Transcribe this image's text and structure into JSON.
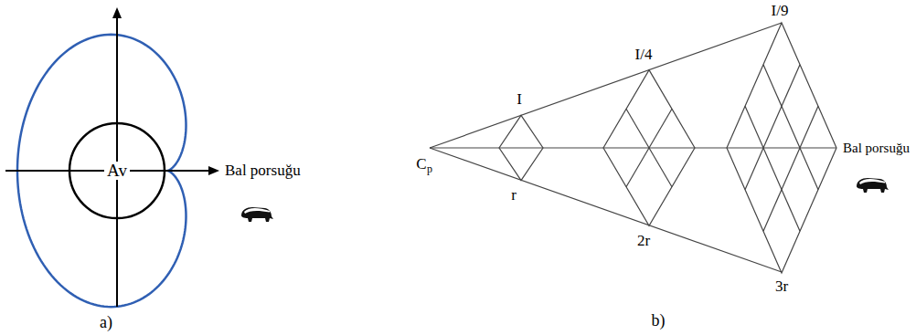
{
  "diagram": {
    "nodes": [
      {
        "text": [
          "Av"
        ]
      }
    ],
    "labels": [
      "Bal porsuğu",
      "a)",
      "I",
      "r",
      "I/4",
      "2r",
      "I/9",
      "3r",
      "C",
      "p",
      "Bal porsuğu",
      "b)"
    ]
  }
}
